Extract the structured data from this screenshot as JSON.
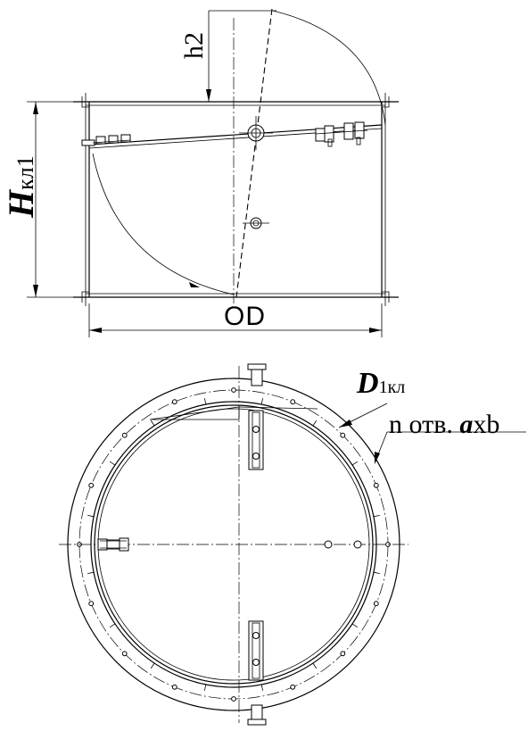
{
  "labels": {
    "h2": "h2",
    "height_main": "H",
    "height_sub": "кл1",
    "outer_diameter": "OD",
    "flange_diameter_main": "D",
    "flange_diameter_sub": "1кл",
    "holes_prefix": "n отв.",
    "holes_a": "a",
    "holes_suffix": "xb"
  }
}
